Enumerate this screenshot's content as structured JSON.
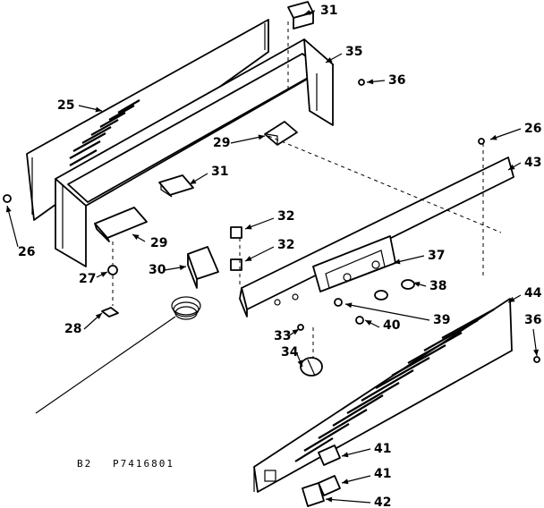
{
  "diagram": {
    "footer_left": "B2",
    "footer_code": "P7416801",
    "callouts": [
      "31",
      "35",
      "36",
      "25",
      "29",
      "26",
      "43",
      "31",
      "32",
      "32",
      "26",
      "29",
      "30",
      "37",
      "27",
      "38",
      "28",
      "39",
      "33",
      "40",
      "34",
      "44",
      "36",
      "41",
      "41",
      "42"
    ]
  }
}
